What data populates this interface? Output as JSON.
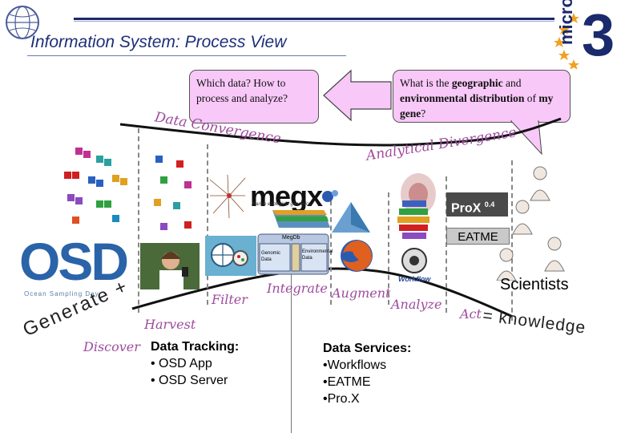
{
  "title": "Information System: Process View",
  "callouts": {
    "left": "Which data? How to process and analyze?",
    "right": {
      "p1": "What is the ",
      "b1": "geographic",
      "p2": " and ",
      "b2": "environmental distribution",
      "p3": " of ",
      "b3": "my gene",
      "p4": "?"
    }
  },
  "watermarks": {
    "data_convergence": "Data Convergence",
    "analytical_divergence": "Analytical Divergence",
    "filter": "Filter",
    "integrate": "Integrate",
    "augment": "Augment",
    "analyze": "Analyze",
    "harvest": "Harvest",
    "discover": "Discover",
    "act": "Act"
  },
  "logos": {
    "micro": "micro",
    "micro_number": "3",
    "megx": "megx",
    "megx_sub": "marine ecological genomics",
    "prox": "Pro",
    "prox_x": "X",
    "prox_version": "0.4",
    "osd": "OSD",
    "osd_sub": "Ocean Sampling Day",
    "megdb": "MegDb",
    "genomic_data": "Genomic Data",
    "environmental_data": "Environmental Data",
    "workflow": "Workflow"
  },
  "labels": {
    "eatme": "EATME",
    "scientists": "Scientists",
    "generate": "Generate +",
    "equals_knowledge": "= knowledge"
  },
  "data_tracking": {
    "title": "Data Tracking:",
    "items": [
      "• OSD App",
      "• OSD Server"
    ]
  },
  "data_services": {
    "title": "Data Services:",
    "items": [
      "•Workflows",
      "•EATME",
      "•Pro.X"
    ]
  },
  "colors": {
    "title_blue": "#1d2f78",
    "callout_pink": "#f8c8f8",
    "watermark_purple": "#9d4b9d",
    "osd_blue": "#2a63a8",
    "micro_blue": "#1a2a6c"
  }
}
